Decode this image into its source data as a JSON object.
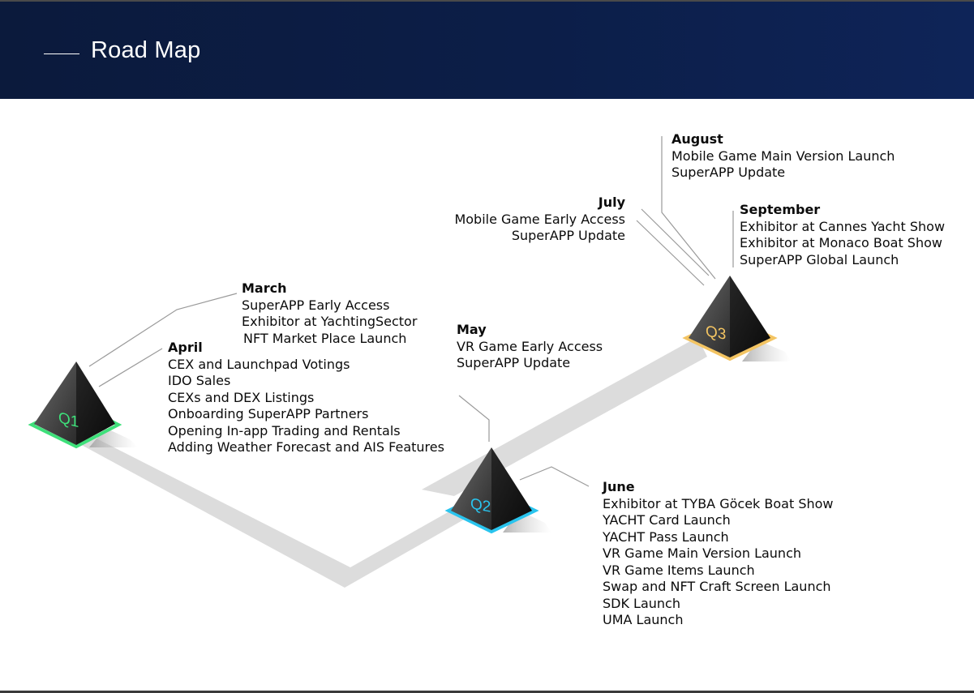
{
  "page": {
    "title": "Road Map"
  },
  "quarters": [
    {
      "label": "Q1",
      "color": "#3ee07a"
    },
    {
      "label": "Q2",
      "color": "#29c4ee"
    },
    {
      "label": "Q3",
      "color": "#f3c462"
    }
  ],
  "milestones": {
    "march": {
      "month": "March",
      "items": [
        "SuperAPP Early Access",
        "Exhibitor at YachtingSector",
        "NFT Market Place Launch"
      ]
    },
    "april": {
      "month": "April",
      "items": [
        "CEX and Launchpad Votings",
        "IDO Sales",
        "CEXs and DEX Listings",
        "Onboarding SuperAPP Partners",
        "Opening In-app Trading and Rentals",
        "Adding Weather Forecast and AIS Features"
      ]
    },
    "may": {
      "month": "May",
      "items": [
        "VR Game Early Access",
        "SuperAPP Update"
      ]
    },
    "june": {
      "month": "June",
      "items": [
        "Exhibitor at TYBA Göcek Boat Show",
        "YACHT Card Launch",
        "YACHT Pass Launch",
        "VR Game Main Version Launch",
        "VR Game Items Launch",
        "Swap and NFT Craft Screen Launch",
        "SDK Launch",
        "UMA Launch"
      ]
    },
    "july": {
      "month": "July",
      "items": [
        "Mobile Game Early Access",
        "SuperAPP Update"
      ]
    },
    "august": {
      "month": "August",
      "items": [
        "Mobile Game Main Version Launch",
        "SuperAPP Update"
      ]
    },
    "september": {
      "month": "September",
      "items": [
        "Exhibitor at Cannes Yacht Show",
        "Exhibitor at Monaco Boat Show",
        "SuperAPP Global Launch"
      ]
    }
  }
}
